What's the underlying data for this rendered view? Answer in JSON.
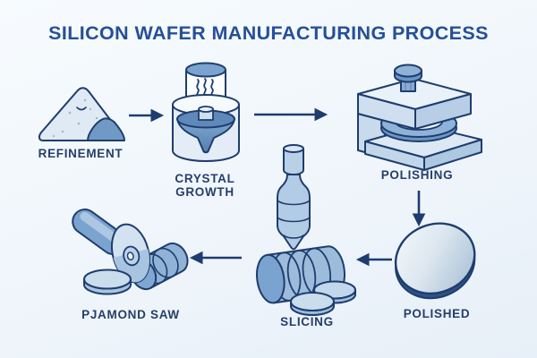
{
  "title": "SILICON WAFER MANUFACTURING PROCESS",
  "steps": [
    {
      "name": "refinement",
      "label": "REFINEMENT",
      "icon": "silicon-sand-pile-icon"
    },
    {
      "name": "crystal-growth",
      "label": "CRYSTAL GROWTH",
      "icon": "crystal-growth-crucible-icon"
    },
    {
      "name": "polishing",
      "label": "POLISHING",
      "icon": "polishing-machine-icon"
    },
    {
      "name": "polished",
      "label": "POLISHED",
      "icon": "polished-wafer-icon"
    },
    {
      "name": "slicing",
      "label": "SLICING",
      "icon": "ingot-slicing-icon"
    },
    {
      "name": "diamond-saw",
      "label": "PJAMOND SAW",
      "icon": "diamond-saw-icon"
    }
  ],
  "flow": [
    {
      "from": "REFINEMENT",
      "to": "CRYSTAL GROWTH",
      "direction": "right"
    },
    {
      "from": "CRYSTAL GROWTH",
      "to": "POLISHING",
      "direction": "right"
    },
    {
      "from": "POLISHING",
      "to": "POLISHED",
      "direction": "down"
    },
    {
      "from": "POLISHED",
      "to": "SLICING",
      "direction": "left"
    },
    {
      "from": "SLICING",
      "to": "PJAMOND SAW",
      "direction": "left"
    }
  ],
  "colors": {
    "background": "#f2f7fc",
    "title_text": "#254f98",
    "label_text": "#253f6b",
    "outline": "#1e3d6e",
    "arrow": "#1e3d6e",
    "fill_pale": "#e9f1f9",
    "fill_light": "#cddeee",
    "fill_medium": "#7aa3cf",
    "fill_steel": "#5f89ba"
  }
}
